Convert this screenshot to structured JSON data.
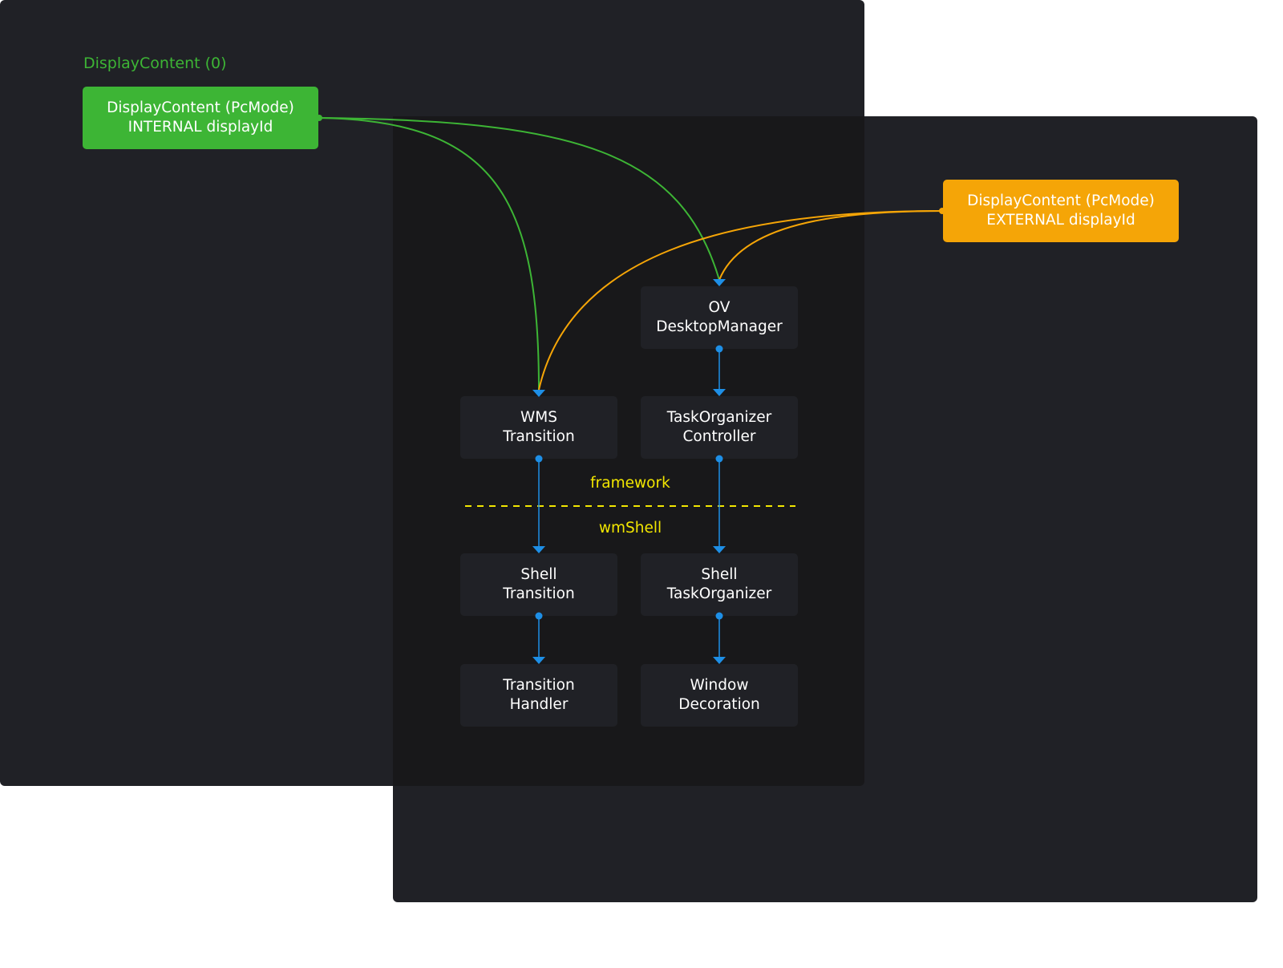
{
  "diagram": {
    "title": "DisplayContent (0)",
    "nodes": {
      "internal_display": "DisplayContent (PcMode)\nINTERNAL displayId",
      "external_display": "DisplayContent (PcMode)\nEXTERNAL displayId",
      "ov_desktop_manager": "OV\nDesktopManager",
      "wms_transition": "WMS\nTransition",
      "task_organizer_controller": "TaskOrganizer\nController",
      "shell_transition": "Shell\nTransition",
      "shell_task_organizer": "Shell\nTaskOrganizer",
      "transition_handler": "Transition\nHandler",
      "window_decoration": "Window\nDecoration"
    },
    "layers": {
      "upper": "framework",
      "lower": "wmShell"
    },
    "edges": [
      {
        "from": "internal_display",
        "to": "wms_transition",
        "color": "green"
      },
      {
        "from": "internal_display",
        "to": "ov_desktop_manager",
        "color": "green"
      },
      {
        "from": "external_display",
        "to": "wms_transition",
        "color": "orange"
      },
      {
        "from": "external_display",
        "to": "ov_desktop_manager",
        "color": "orange"
      },
      {
        "from": "ov_desktop_manager",
        "to": "task_organizer_controller",
        "color": "blue"
      },
      {
        "from": "wms_transition",
        "to": "shell_transition",
        "color": "blue"
      },
      {
        "from": "task_organizer_controller",
        "to": "shell_task_organizer",
        "color": "blue"
      },
      {
        "from": "shell_transition",
        "to": "transition_handler",
        "color": "blue"
      },
      {
        "from": "shell_task_organizer",
        "to": "window_decoration",
        "color": "blue"
      }
    ]
  },
  "colors": {
    "green": "#3db535",
    "orange": "#f5a507",
    "blue": "#1e8fe6",
    "divider": "#f2e600",
    "panel": "#202126",
    "overlap": "#18181a"
  }
}
